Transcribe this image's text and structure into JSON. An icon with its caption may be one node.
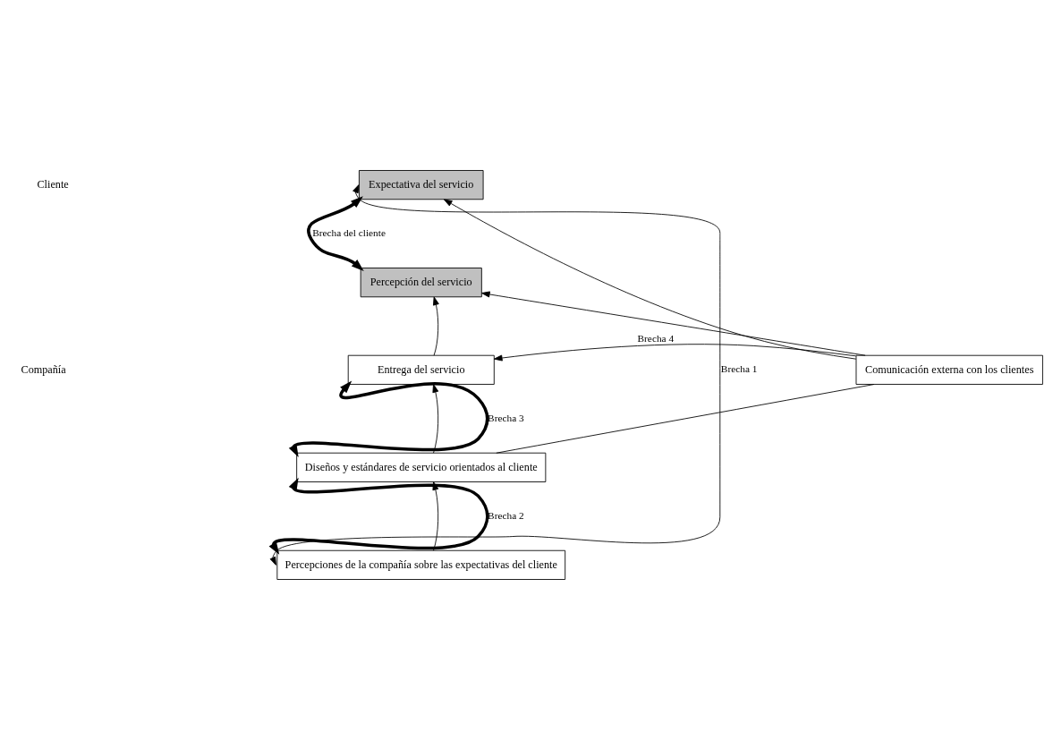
{
  "diagram": {
    "nodes": [
      {
        "text": [
          "Expectativa del servicio"
        ]
      },
      {
        "text": [
          "Percepción del servicio"
        ]
      },
      {
        "text": [
          "Entrega del servicio"
        ]
      },
      {
        "text": [
          "Comunicación externa con los clientes"
        ]
      },
      {
        "text": [
          "Diseños y estándares de servicio orientados al cliente"
        ]
      },
      {
        "text": [
          "Percepciones de la compañía sobre las expectativas del cliente"
        ]
      }
    ],
    "edges": [
      {
        "from": 5,
        "to": 0,
        "arrow": "both",
        "label": "Brecha 1"
      },
      {
        "from": 0,
        "to": 1,
        "arrow": "both",
        "label": "Brecha del cliente",
        "style": "thick"
      },
      {
        "from": 2,
        "to": 1,
        "arrow": "to"
      },
      {
        "from": 3,
        "to": 0,
        "arrow": "to"
      },
      {
        "from": 3,
        "to": 1,
        "arrow": "to"
      },
      {
        "from": 3,
        "to": 2,
        "arrow": "to",
        "label": "Brecha 4"
      },
      {
        "from": 2,
        "to": 4,
        "arrow": "both",
        "label": "Brecha 3",
        "style": "thick"
      },
      {
        "from": 4,
        "to": 2,
        "arrow": "to"
      },
      {
        "from": 4,
        "to": 3,
        "arrow": "none"
      },
      {
        "from": 4,
        "to": 5,
        "arrow": "both",
        "label": "Brecha 2",
        "style": "thick"
      },
      {
        "from": 5,
        "to": 4,
        "arrow": "to"
      }
    ],
    "labels": [
      "Cliente",
      "Compañía"
    ]
  }
}
